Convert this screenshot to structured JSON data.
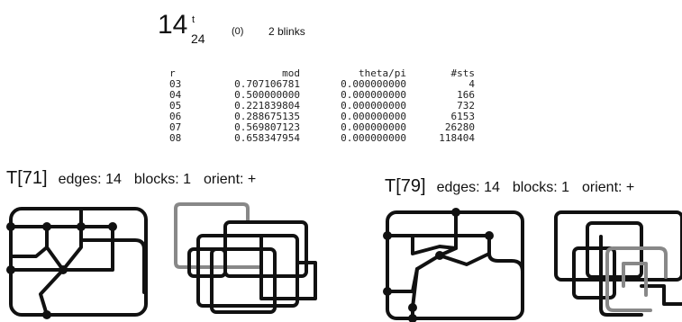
{
  "knot": {
    "number": "14",
    "superscript": "t",
    "subscript": "24",
    "param": "(0)",
    "blinks": "2 blinks"
  },
  "table": {
    "headers": [
      "r",
      "mod",
      "theta/pi",
      "#sts"
    ],
    "rows": [
      [
        "03",
        "0.707106781",
        "0.000000000",
        "4"
      ],
      [
        "04",
        "0.500000000",
        "0.000000000",
        "166"
      ],
      [
        "05",
        "0.221839804",
        "0.000000000",
        "732"
      ],
      [
        "06",
        "0.288675135",
        "0.000000000",
        "6153"
      ],
      [
        "07",
        "0.569807123",
        "0.000000000",
        "26280"
      ],
      [
        "08",
        "0.658347954",
        "0.000000000",
        "118404"
      ]
    ]
  },
  "blinks": [
    {
      "name": "T[71]",
      "edges": "edges: 14",
      "blocks": "blocks: 1",
      "orient": "orient: +"
    },
    {
      "name": "T[79]",
      "edges": "edges: 14",
      "blocks": "blocks: 1",
      "orient": "orient: +"
    }
  ],
  "colors": {
    "line": "#111111",
    "gray_strand": "#888888"
  }
}
